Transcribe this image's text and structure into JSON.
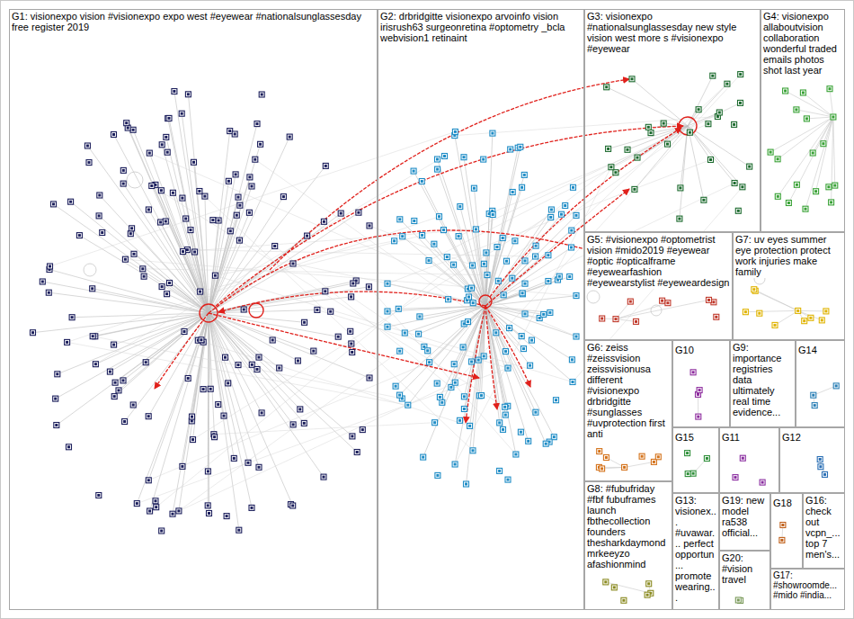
{
  "diagram": {
    "nodes": [
      {
        "text": [
          "G1: visionexpo vision #visionexpo expo west #eyewear #nationalsunglassesday free register 2019"
        ]
      },
      {
        "text": [
          "G2: drbridgitte visionexpo arvoinfo vision irisrush63 surgeonretina #optometry _bcla webvision1 retinaint"
        ]
      },
      {
        "text": [
          "G3: visionexpo #nationalsunglassesday new style vision west more s #visionexpo #eyewear"
        ]
      },
      {
        "text": [
          "G4: visionexpo allaboutvision collaboration wonderful traded emails photos shot last year"
        ]
      },
      {
        "text": [
          "G5: #visionexpo #optometrist vision #mido2019 #eyewear #optic #opticalframe #eyewearfashion #eyewearstylist #eyeweardesign"
        ]
      },
      {
        "text": [
          "G7: uv eyes summer eye protection protect work injuries make family"
        ]
      },
      {
        "text": [
          "G6: zeiss #zeissvision zeissvisionusa different #visionexpo drbridgitte #sunglasses #uvprotection first anti"
        ]
      },
      {
        "text": [
          "G10"
        ]
      },
      {
        "text": [
          "G9: importance registries data ultimately real time evidence..."
        ]
      },
      {
        "text": [
          "G14"
        ]
      },
      {
        "text": [
          "G15"
        ]
      },
      {
        "text": [
          "G11"
        ]
      },
      {
        "text": [
          "G12"
        ]
      },
      {
        "text": [
          "G8: #fubufriday #fbf fubuframes launch fbthecollection founders thesharkdaymond mrkeeyzo afashionmind"
        ]
      },
      {
        "text": [
          "G19: new model ra538 official..."
        ]
      },
      {
        "text": [
          "G18"
        ]
      },
      {
        "text": [
          "G16: check out vcpn_... top 7 men's..."
        ]
      },
      {
        "text": [
          "G13: visionex... #uvawar... perfect opportun... promote wearing..."
        ]
      },
      {
        "text": [
          "G20: #vision travel"
        ]
      },
      {
        "text": [
          "G17: #showroomde... #mido #india..."
        ]
      }
    ]
  }
}
